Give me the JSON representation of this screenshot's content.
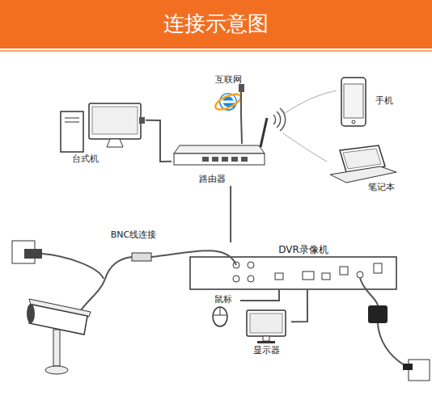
{
  "diagram": {
    "title": "连接示意图",
    "nodes": [
      {
        "text": [
          "互联网"
        ]
      },
      {
        "text": [
          "手机"
        ]
      },
      {
        "text": [
          "台式机"
        ]
      },
      {
        "text": [
          "路由器"
        ]
      },
      {
        "text": [
          "笔记本"
        ]
      },
      {
        "text": [
          "DVR录像机"
        ]
      },
      {
        "text": [
          "鼠标"
        ]
      },
      {
        "text": [
          "显示器"
        ]
      }
    ],
    "edges": [
      {
        "from": 0,
        "to": 3,
        "arrow": "none"
      },
      {
        "from": 2,
        "to": 3,
        "arrow": "none"
      },
      {
        "from": 3,
        "to": 5,
        "arrow": "none"
      },
      {
        "from": 6,
        "to": 5,
        "arrow": "none"
      },
      {
        "from": 7,
        "to": 5,
        "arrow": "none"
      }
    ],
    "labels": [
      "BNC线连接"
    ]
  }
}
